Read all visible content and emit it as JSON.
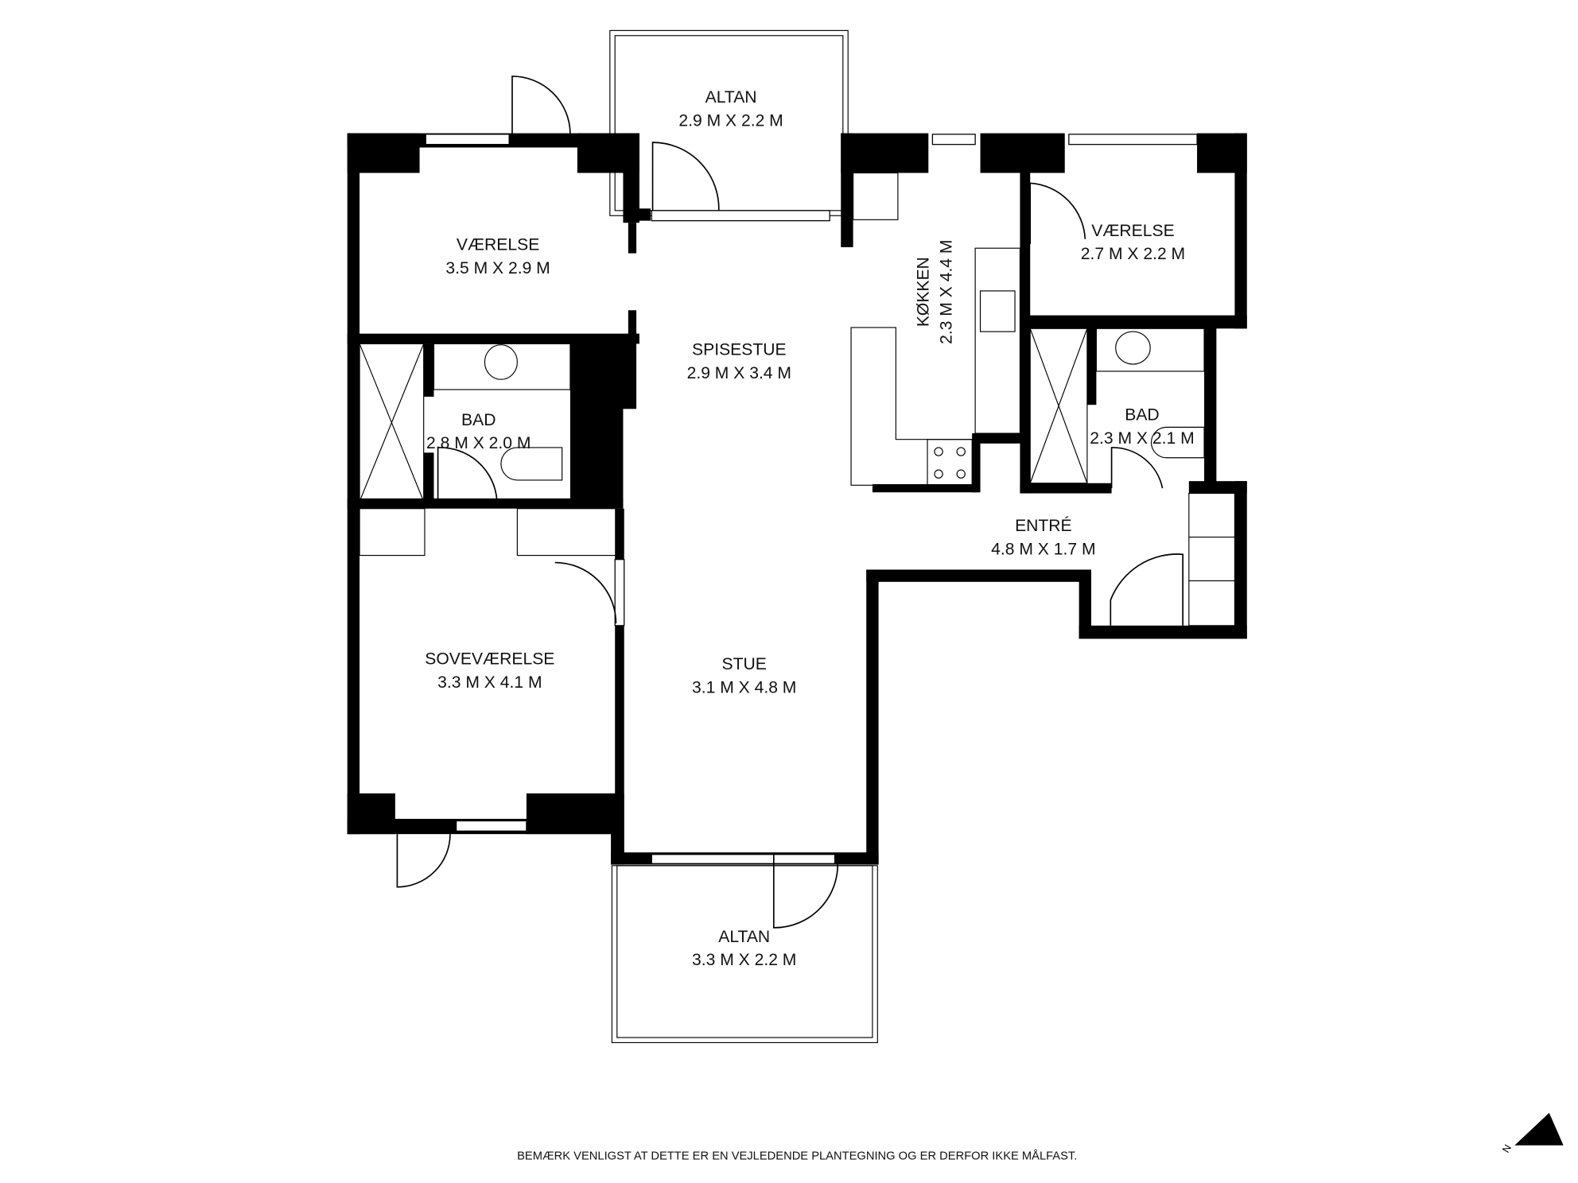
{
  "rooms": {
    "altan_top": {
      "name": "ALTAN",
      "size": "2.9 M X 2.2 M"
    },
    "vaerelse_left": {
      "name": "VÆRELSE",
      "size": "3.5 M X 2.9 M"
    },
    "spisestue": {
      "name": "SPISESTUE",
      "size": "2.9 M X 3.4 M"
    },
    "koekken": {
      "name": "KØKKEN",
      "size": "2.3 M X 4.4 M"
    },
    "vaerelse_right": {
      "name": "VÆRELSE",
      "size": "2.7 M X 2.2 M"
    },
    "bad_left": {
      "name": "BAD",
      "size": "2.8 M X 2.0 M"
    },
    "bad_right": {
      "name": "BAD",
      "size": "2.3 M X 2.1 M"
    },
    "entre": {
      "name": "ENTRÉ",
      "size": "4.8 M X 1.7 M"
    },
    "sovevaerelse": {
      "name": "SOVEVÆRELSE",
      "size": "3.3 M X 4.1 M"
    },
    "stue": {
      "name": "STUE",
      "size": "3.1 M X 4.8 M"
    },
    "altan_bottom": {
      "name": "ALTAN",
      "size": "3.3 M X 2.2 M"
    }
  },
  "disclaimer": "BEMÆRK VENLIGST AT DETTE ER EN VEJLEDENDE PLANTEGNING OG ER DERFOR IKKE MÅLFAST.",
  "compass": {
    "icon": "north-arrow-icon",
    "label": "N"
  }
}
